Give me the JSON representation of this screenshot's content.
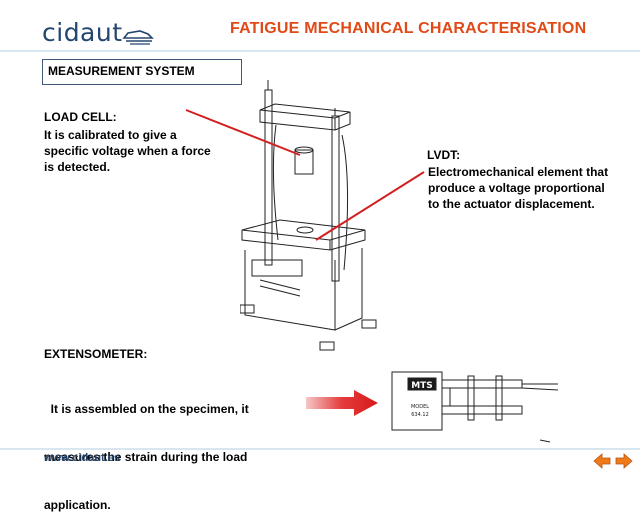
{
  "header": {
    "logo_text": "cidaut",
    "title": "FATIGUE MECHANICAL CHARACTERISATION"
  },
  "section": {
    "label": "MEASUREMENT SYSTEM"
  },
  "load_cell": {
    "heading": "LOAD CELL:",
    "lines": [
      "It is calibrated to give a",
      "specific voltage when a force",
      "is detected."
    ]
  },
  "lvdt": {
    "heading": "LVDT:",
    "lines": [
      "Electromechanical element that",
      "produce a voltage proportional",
      "to the actuator displacement."
    ]
  },
  "extensometer": {
    "heading": "EXTENSOMETER:",
    "lines": [
      "  It is assembled on the specimen, it",
      "measures the strain during the load",
      "application."
    ]
  },
  "sensor": {
    "brand": "MTS",
    "model_label": "MODEL",
    "model_number": "634.12"
  },
  "footer": {
    "url": "www.cidaut.es"
  },
  "colors": {
    "title": "#e14a17",
    "brand_blue": "#23466f",
    "nav_arrow": "#f07a1a",
    "pointer_red": "#d21f1f"
  },
  "icons": {
    "prev": "arrow-left-icon",
    "next": "arrow-right-icon"
  }
}
